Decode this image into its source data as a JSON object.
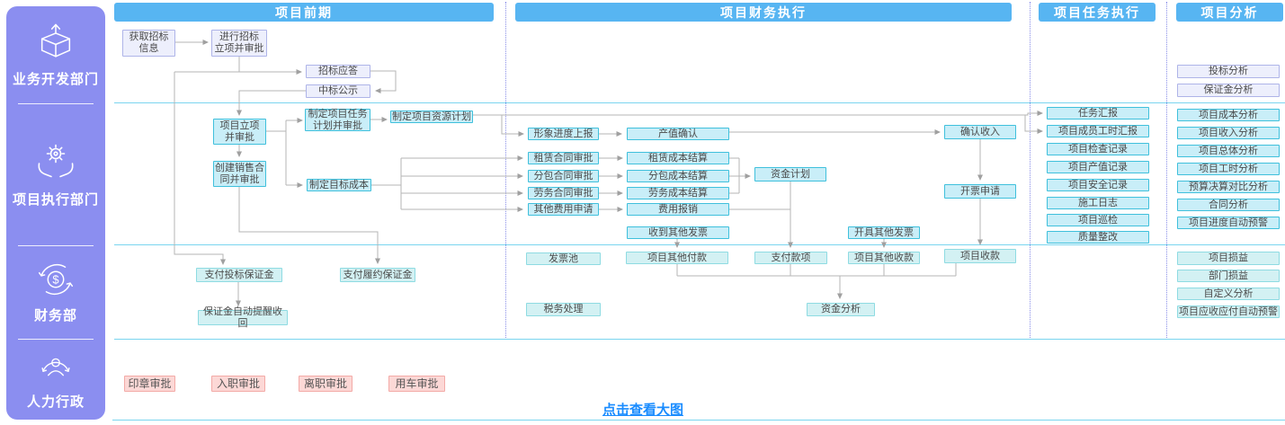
{
  "page": {
    "footer_link": "点击查看大图"
  },
  "sidebar": {
    "departments": [
      {
        "label": "业务开发部门",
        "icon": "open-box-icon"
      },
      {
        "label": "项目执行部门",
        "icon": "gear-hands-icon"
      },
      {
        "label": "财务部",
        "icon": "currency-cycle-icon"
      },
      {
        "label": "人力行政",
        "icon": "person-cycle-icon"
      }
    ]
  },
  "columns": [
    {
      "title": "项目前期"
    },
    {
      "title": "项目财务执行"
    },
    {
      "title": "项目任务执行"
    },
    {
      "title": "项目分析"
    }
  ],
  "nodes": {
    "obtain_bid_info": "获取招标\n信息",
    "bid_initiation_approval": "进行招标\n立项并审批",
    "bid_response": "招标应答",
    "bid_win_announcement": "中标公示",
    "project_initiation_approval": "项目立项\n并审批",
    "create_sales_contract": "创建销售合\n同并审批",
    "make_task_plan": "制定项目任务\n计划并审批",
    "make_resource_plan": "制定项目资源计划",
    "set_target_cost": "制定目标成本",
    "progress_report": "形象进度上报",
    "output_value_confirm": "产值确认",
    "lease_contract_approval": "租赁合同审批",
    "subcontract_approval": "分包合同审批",
    "labor_contract_approval": "劳务合同审批",
    "other_expense_request": "其他费用申请",
    "lease_cost_settle": "租赁成本结算",
    "subcontract_cost_settle": "分包成本结算",
    "labor_cost_settle": "劳务成本结算",
    "expense_reimburse": "费用报销",
    "fund_plan": "资金计划",
    "recv_other_invoice": "收到其他发票",
    "issue_other_invoice": "开具其他发票",
    "confirm_income": "确认收入",
    "invoice_request": "开票申请",
    "invoice_pool": "发票池",
    "tax_process": "税务处理",
    "other_payment": "项目其他付款",
    "pay_funds": "支付款项",
    "other_receipt": "项目其他收款",
    "project_receipt": "项目收款",
    "fund_analysis": "资金分析",
    "pay_bid_deposit": "支付投标保证金",
    "deposit_auto_remind": "保证金自动提醒收回",
    "pay_performance_deposit": "支付履约保证金",
    "task_report": "任务汇报",
    "member_hours_report": "项目成员工时汇报",
    "project_check_record": "项目检查记录",
    "project_output_record": "项目产值记录",
    "project_safety_record": "项目安全记录",
    "construction_log": "施工日志",
    "project_patrol": "项目巡检",
    "quality_rectify": "质量整改",
    "bid_analysis": "投标分析",
    "deposit_analysis": "保证金分析",
    "project_cost_analysis": "项目成本分析",
    "project_income_analysis": "项目收入分析",
    "project_overall_analysis": "项目总体分析",
    "project_hours_analysis": "项目工时分析",
    "budget_final_compare": "预算决算对比分析",
    "contract_analysis": "合同分析",
    "progress_auto_warning": "项目进度自动预警",
    "project_pnl": "项目损益",
    "dept_pnl": "部门损益",
    "custom_analysis": "自定义分析",
    "ar_ap_auto_warning": "项目应收应付自动预警",
    "seal_approval": "印章审批",
    "onboarding_approval": "入职审批",
    "resignation_approval": "离职审批",
    "vehicle_approval": "用车审批"
  },
  "colors": {
    "header_blue": "#57b5f2",
    "sidebar_purple": "#8b8ef0",
    "process_cyan_fill": "#c9eef8",
    "process_cyan_border": "#3fc0dc",
    "lavender_fill": "#edeffc",
    "lavender_border": "#aeb4e8",
    "teal_fill": "#d3f1f3",
    "teal_border": "#8edbe2",
    "pink_fill": "#fcd8d6",
    "pink_border": "#f3aaa7",
    "link_blue": "#1a8cff",
    "wire_gray": "#b6b6b6",
    "divider_cyan": "#7ad5ef",
    "divider_dotted_purple": "#8a8fe8"
  }
}
